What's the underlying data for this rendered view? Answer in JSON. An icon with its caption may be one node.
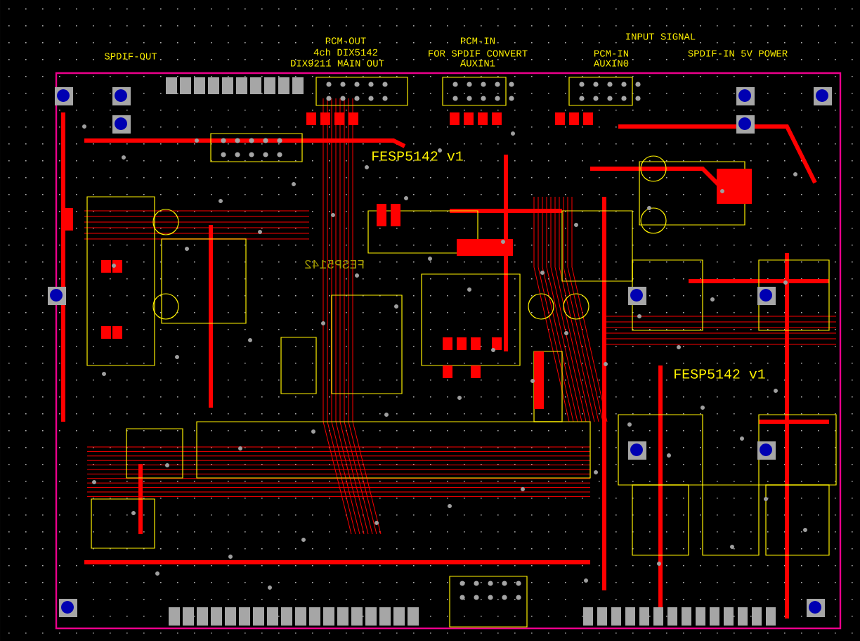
{
  "diagram": {
    "labels": [
      "SPDIF-OUT",
      "PCM-OUT",
      "4ch DIX5142",
      "DIX9211 MAIN OUT",
      "PCM-IN",
      "FOR SPDIF CONVERT",
      "AUXIN1",
      "INPUT SIGNAL",
      "PCM-IN",
      "AUXIN0",
      "SPDIF-IN 5V POWER",
      "FESP5142 v1",
      "FESP5142",
      "FESP5142 v1"
    ]
  }
}
